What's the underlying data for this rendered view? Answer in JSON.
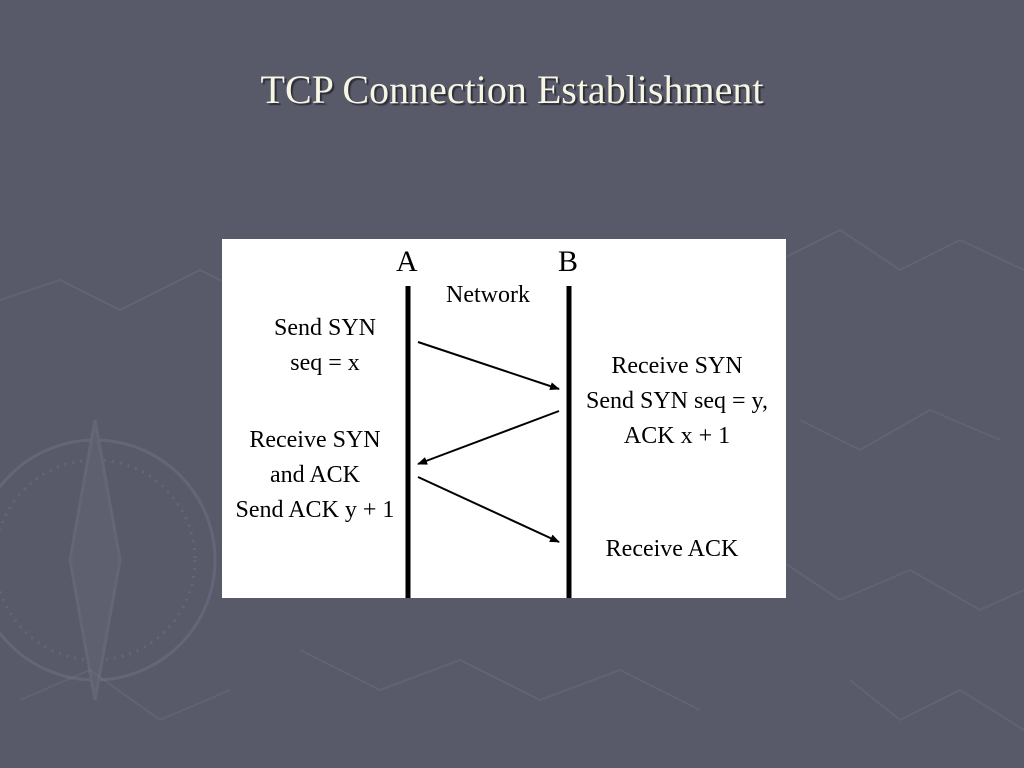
{
  "slide": {
    "title": "TCP Connection Establishment"
  },
  "diagram": {
    "host_a": "A",
    "host_b": "B",
    "network_label": "Network",
    "a_step1": [
      "Send SYN",
      "seq = x"
    ],
    "b_step1": [
      "Receive SYN",
      "Send SYN seq = y,",
      "ACK x + 1"
    ],
    "a_step2": [
      "Receive SYN",
      "and ACK",
      "Send ACK y + 1"
    ],
    "b_step2": [
      "Receive ACK"
    ]
  },
  "colors": {
    "background": "#585a6a",
    "title": "#f7f5e4",
    "diagram_background": "#ffffff",
    "ink": "#000000"
  }
}
